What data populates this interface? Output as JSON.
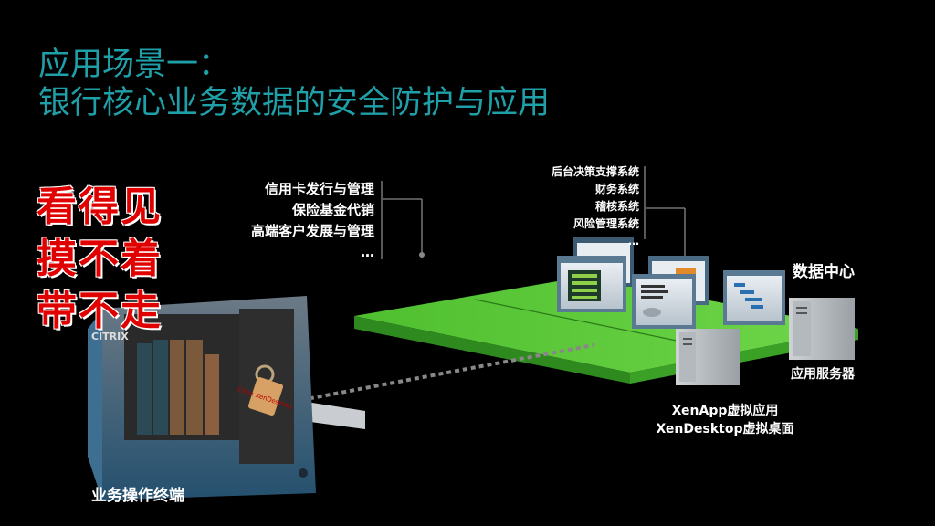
{
  "title": {
    "line1": "应用场景一：",
    "line2": "银行核心业务数据的安全防护与应用"
  },
  "slogan": [
    "看得见",
    "摸不着",
    "带不走"
  ],
  "business_list": [
    "信用卡发行与管理",
    "保险基金代销",
    "高端客户发展与管理",
    "…"
  ],
  "backend_list": [
    "后台决策支撑系统",
    "财务系统",
    "稽核系统",
    "风险管理系统",
    "…"
  ],
  "labels": {
    "datacenter": "数据中心",
    "app_server": "应用服务器",
    "xen_line1": "XenApp虚拟应用",
    "xen_line2": "XenDesktop虚拟桌面",
    "terminal": "业务操作终端",
    "citrix_logo": "CITRIX",
    "lock_tag": "Citrix XenDesktop"
  },
  "colors": {
    "title": "#1f9fa8",
    "slogan": "#e00000",
    "platform": "#5cc53c",
    "background": "#000000"
  }
}
